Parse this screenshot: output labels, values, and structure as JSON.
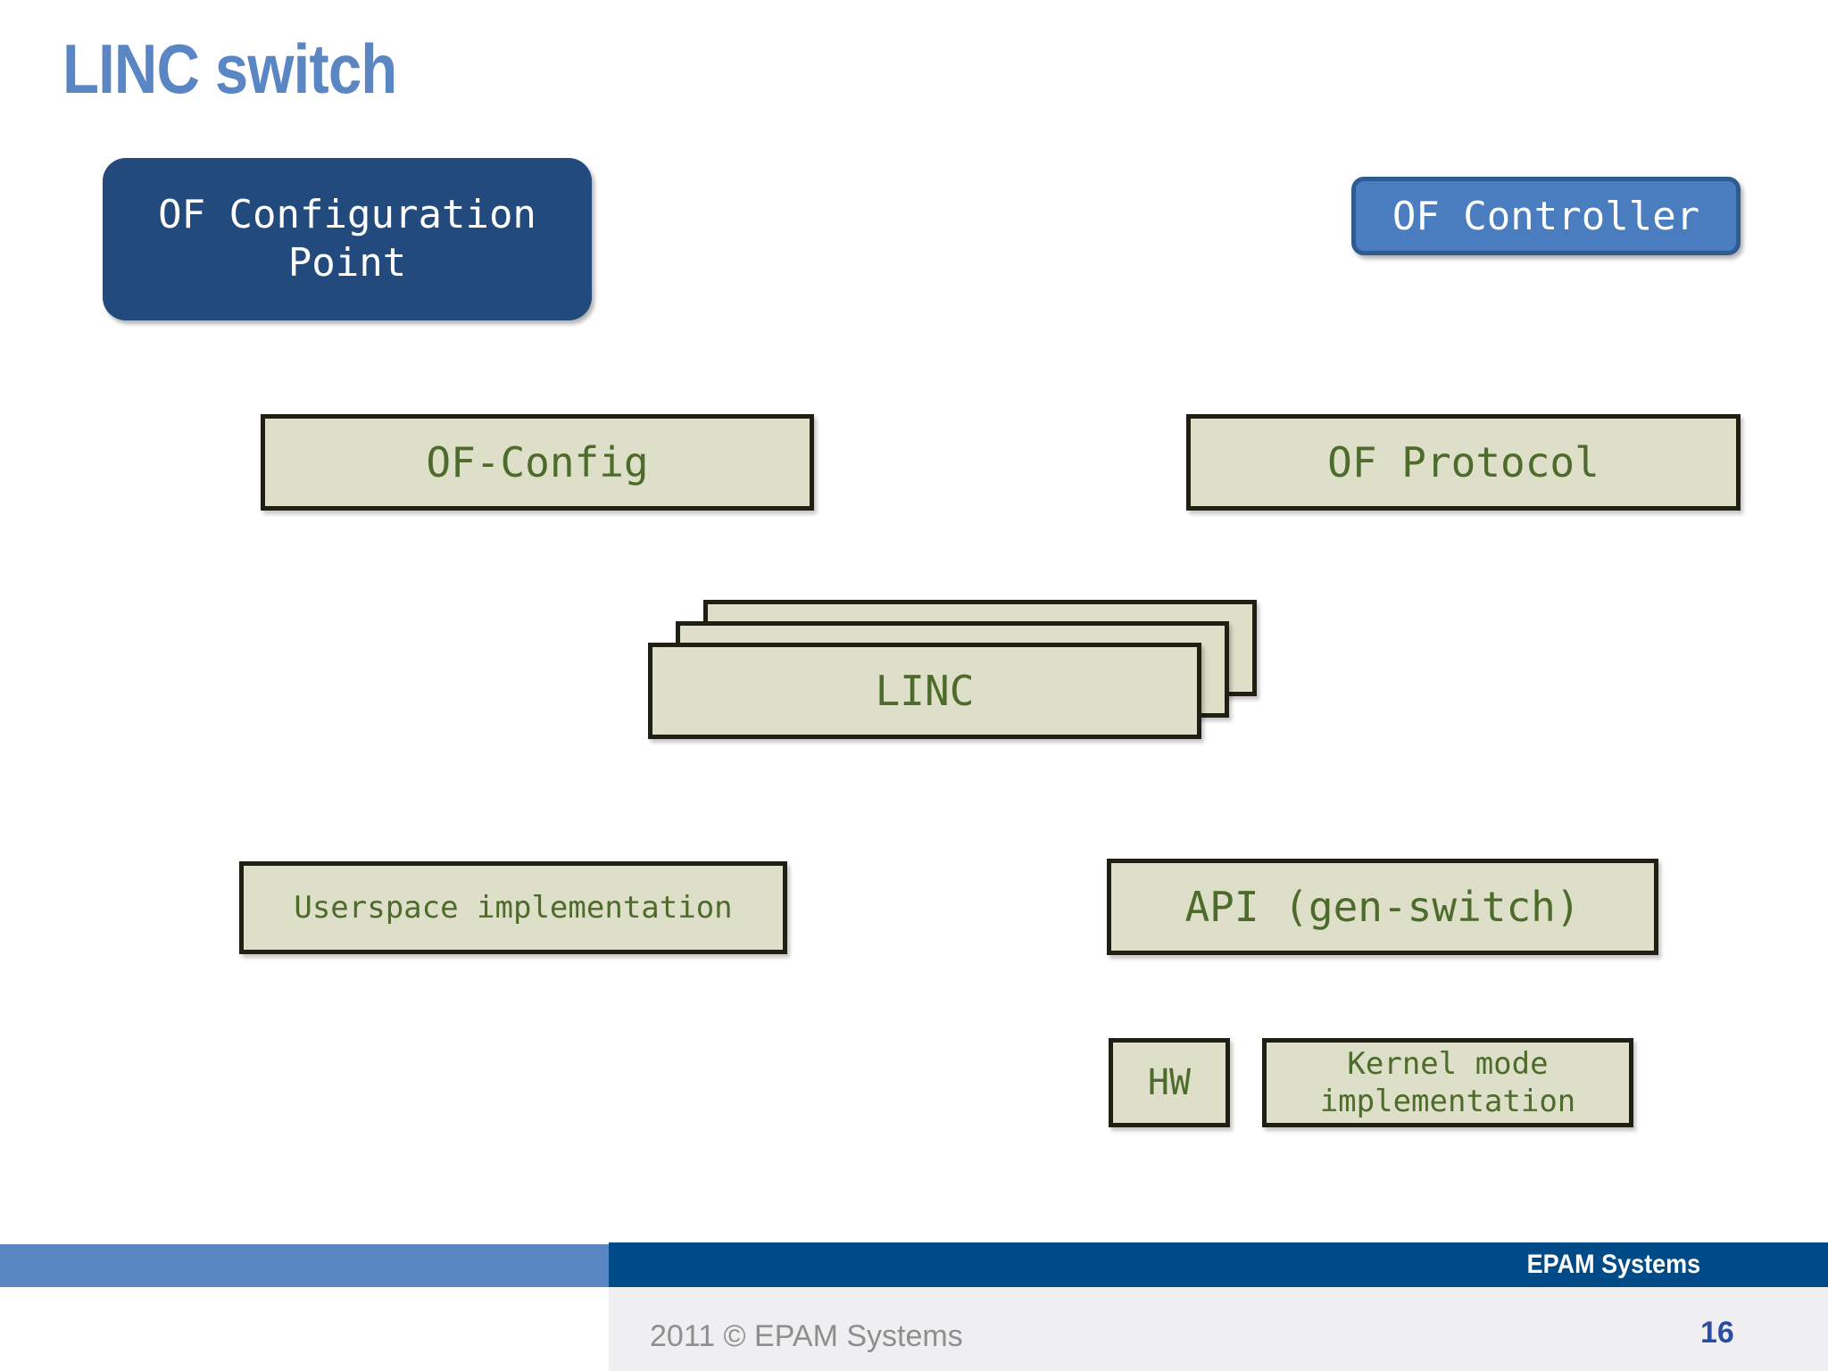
{
  "slide": {
    "title": "LINC switch",
    "page_number": "16"
  },
  "diagram": {
    "of_configuration_point": "OF Configuration\nPoint",
    "of_controller": "OF Controller",
    "of_config": "OF-Config",
    "of_protocol": "OF Protocol",
    "linc": "LINC",
    "userspace": "Userspace implementation",
    "api": "API (gen-switch)",
    "hw": "HW",
    "kernel_mode": "Kernel mode\nimplementation"
  },
  "footer": {
    "brand": "EPAM Systems",
    "copyright": "2011 © EPAM Systems"
  },
  "colors": {
    "title_blue": "#5b86c4",
    "dark_navy_box": "#234a7d",
    "light_blue_box": "#4a7cc0",
    "box_border_blue": "#2f5b93",
    "khaki_fill": "#dedfc8",
    "khaki_border": "#1f1f14",
    "khaki_text": "#4d6b2b",
    "footer_bar_left": "#5b86c4",
    "footer_bar_right": "#004b87",
    "footer_lower_bg": "#efeff1",
    "copyright_gray": "#8e8e8e",
    "page_number_blue": "#2a4fa2"
  }
}
